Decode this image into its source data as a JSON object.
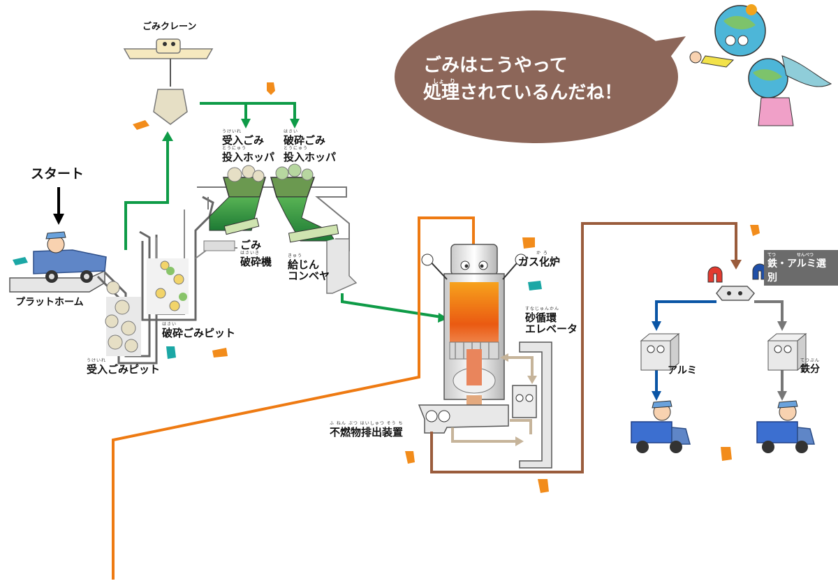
{
  "labels": {
    "start": "スタート",
    "platform": "プラットホーム",
    "crane": "ごみクレーン",
    "receive_hopper_ruby": "うけいれ　　　　　",
    "receive_hopper_line1": "受入ごみ",
    "receive_hopper_line2_ruby": "とうにゅう",
    "receive_hopper_line2": "投入ホッパ",
    "crushed_hopper_ruby": "はさい",
    "crushed_hopper_line1": "破砕ごみ",
    "crushed_hopper_line2_ruby": "とうにゅう",
    "crushed_hopper_line2": "投入ホッパ",
    "crusher_line1": "ごみ",
    "crusher_ruby": "はさいき",
    "crusher_line2": "破砕機",
    "feeder_ruby": "きゅう",
    "feeder_line1": "給じん",
    "feeder_line2": "コンベヤ",
    "crushed_pit_ruby": "はさい",
    "crushed_pit": "破砕ごみピット",
    "receive_pit_ruby": "うけいれ",
    "receive_pit": "受入ごみピット",
    "gasifier_ruby": "か ろ",
    "gasifier": "ガス化炉",
    "sand_elevator_ruby": "すなじゅんかん",
    "sand_elevator_line1": "砂循環",
    "sand_elevator_line2": "エレベータ",
    "discharge_ruby": "ふ ねん ぶつ はいしゅつ そう ち",
    "discharge": "不燃物排出装置",
    "sorting_ruby": "てつ　　　　　せんべつ",
    "sorting": "鉄・アルミ選別",
    "aluminum": "アルミ",
    "iron_ruby": "てつぶん",
    "iron": "鉄分"
  },
  "bubble": {
    "line1": "ごみはこうやって",
    "ruby": "しょ　り",
    "line2": "処理されているんだね！"
  },
  "colors": {
    "green_arrow": "#0e9b47",
    "orange_line": "#ee7a12",
    "brown_line": "#9a5c3c",
    "blue_arrow": "#0a55a5",
    "gray_arrow": "#777777",
    "bubble": "#8c6659",
    "beige_arrow": "#c6b49a",
    "hand_orange": "#f28c1b",
    "hand_teal": "#1ba7a5"
  },
  "icons": [
    "pointing-hand-icon",
    "truck-icon",
    "crane-icon",
    "magnet-icon",
    "earth-character-icon"
  ]
}
